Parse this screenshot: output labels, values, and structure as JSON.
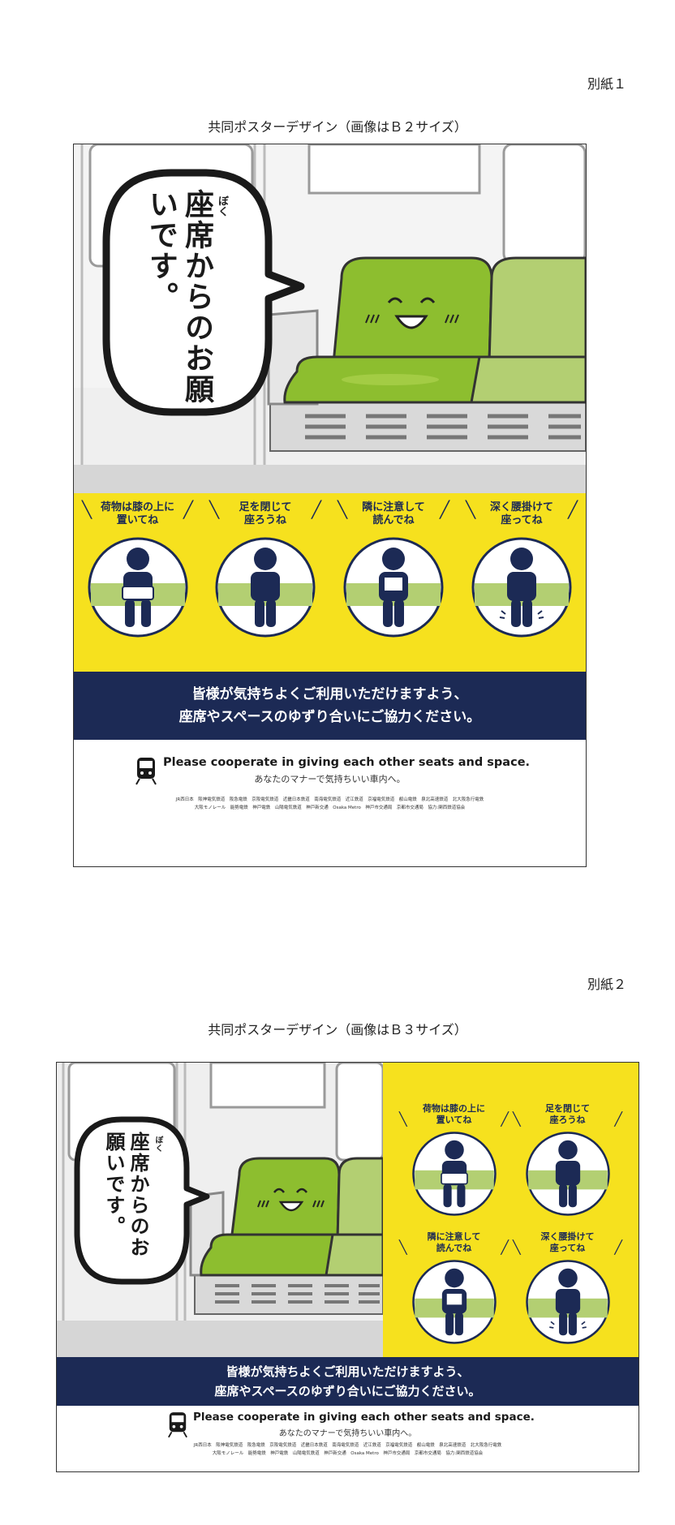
{
  "sections": [
    {
      "attachment_label": "別紙１",
      "caption": "共同ポスターデザイン（画像はＢ２サイズ）",
      "bubble_text": "座席からのお願いです。",
      "bubble_ruby": "ぼく",
      "tips": [
        {
          "label": "荷物は膝の上に置いてね",
          "line1": "荷物は膝の上に",
          "line2": "置いてね",
          "icon": "person-holding-bag-icon"
        },
        {
          "label": "足を閉じて座ろうね",
          "line1": "足を閉じて",
          "line2": "座ろうね",
          "icon": "person-legs-closed-icon"
        },
        {
          "label": "隣に注意して読んでね",
          "line1": "隣に注意して",
          "line2": "読んでね",
          "icon": "person-reading-icon"
        },
        {
          "label": "深く腰掛けて座ってね",
          "line1": "深く腰掛けて",
          "line2": "座ってね",
          "icon": "person-sitting-deep-icon"
        }
      ],
      "banner_line1": "皆様が気持ちよくご利用いただけますよう、",
      "banner_line2": "座席やスペースのゆずり合いにご協力ください。",
      "footer_en": "Please cooperate in giving each other seats and space.",
      "footer_jp": "あなたのマナーで気持ちいい車内へ。",
      "companies_line1": "JR西日本　阪神電気鉄道　阪急電鉄　京阪電気鉄道　近畿日本鉄道　南海電気鉄道　近江鉄道　京福電気鉄道　叡山電鉄　泉北高速鉄道　北大阪急行電鉄",
      "companies_line2": "大阪モノレール　能勢電鉄　神戸電鉄　山陽電気鉄道　神戸新交通　Osaka Metro　神戸市交通局　京都市交通局　協力:関西鉄道協会"
    },
    {
      "attachment_label": "別紙２",
      "caption": "共同ポスターデザイン（画像はＢ３サイズ）",
      "bubble_text": "座席からのお願いです。",
      "bubble_ruby": "ぼく",
      "tips": [
        {
          "label": "荷物は膝の上に置いてね",
          "line1": "荷物は膝の上に",
          "line2": "置いてね",
          "icon": "person-holding-bag-icon"
        },
        {
          "label": "足を閉じて座ろうね",
          "line1": "足を閉じて",
          "line2": "座ろうね",
          "icon": "person-legs-closed-icon"
        },
        {
          "label": "隣に注意して読んでね",
          "line1": "隣に注意して",
          "line2": "読んでね",
          "icon": "person-reading-icon"
        },
        {
          "label": "深く腰掛けて座ってね",
          "line1": "深く腰掛けて",
          "line2": "座ってね",
          "icon": "person-sitting-deep-icon"
        }
      ],
      "banner_line1": "皆様が気持ちよくご利用いただけますよう、",
      "banner_line2": "座席やスペースのゆずり合いにご協力ください。",
      "footer_en": "Please cooperate in giving each other seats and space.",
      "footer_jp": "あなたのマナーで気持ちいい車内へ。",
      "companies_line1": "JR西日本　阪神電気鉄道　阪急電鉄　京阪電気鉄道　近畿日本鉄道　南海電気鉄道　近江鉄道　京福電気鉄道　叡山電鉄　泉北高速鉄道　北大阪急行電鉄",
      "companies_line2": "大阪モノレール　能勢電鉄　神戸電鉄　山陽電気鉄道　神戸新交通　Osaka Metro　神戸市交通局　京都市交通局　協力:関西鉄道協会"
    }
  ],
  "colors": {
    "seat_green": "#8dbe2f",
    "seat_light_green": "#b3cf72",
    "poster_yellow": "#f6e11e",
    "banner_navy": "#1c2a55",
    "icon_navy": "#1c2a55"
  }
}
